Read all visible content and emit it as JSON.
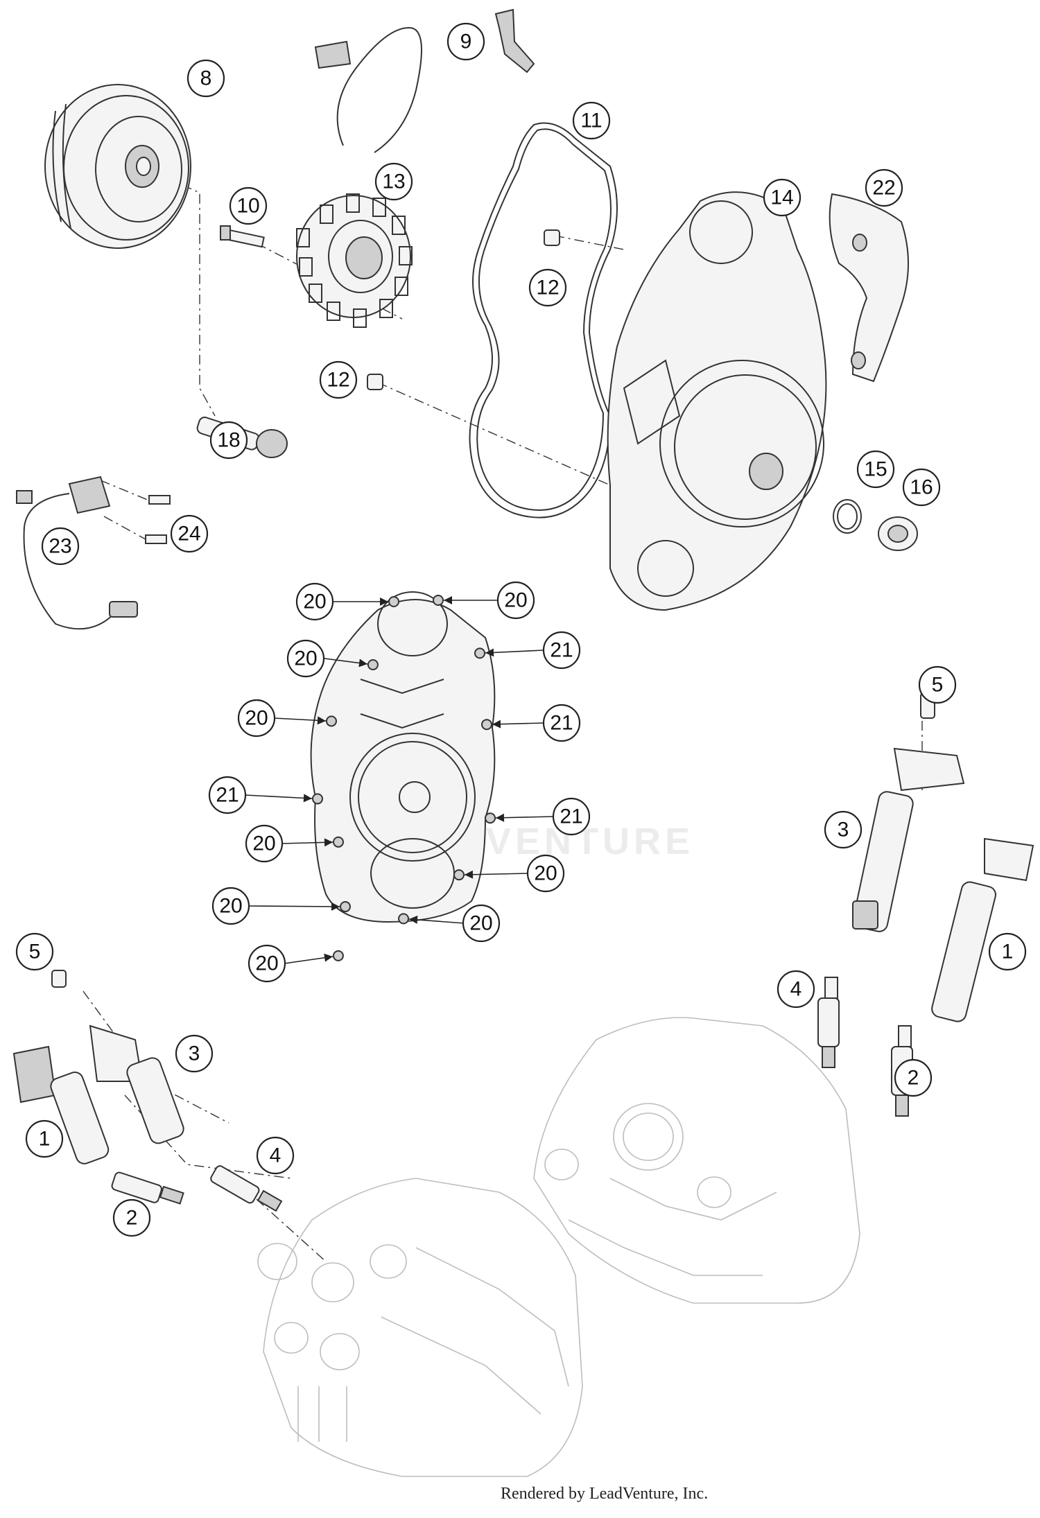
{
  "diagram": {
    "watermark": "LEADVENTURE",
    "credit": "Rendered by LeadVenture, Inc.",
    "callouts": [
      "1",
      "1",
      "2",
      "2",
      "3",
      "3",
      "4",
      "4",
      "5",
      "5",
      "8",
      "9",
      "10",
      "11",
      "12",
      "12",
      "13",
      "14",
      "15",
      "16",
      "18",
      "20",
      "20",
      "20",
      "20",
      "20",
      "20",
      "20",
      "20",
      "20",
      "21",
      "21",
      "21",
      "21",
      "22",
      "23",
      "24"
    ]
  }
}
